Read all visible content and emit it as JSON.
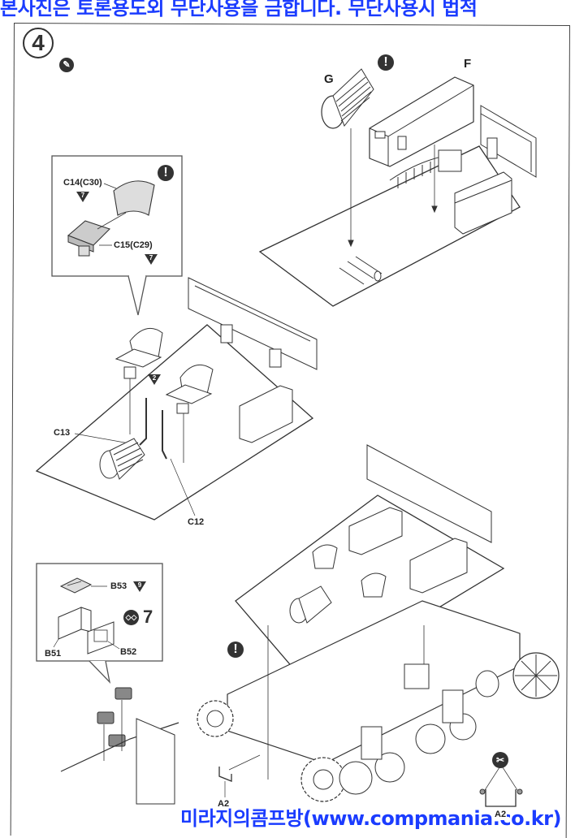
{
  "watermark": {
    "top_text": "본사진은 토론용도외 무단사용을 금합니다. 무단사용시 법적",
    "bottom_text": "미라지의콤프방(www.compmania.co.kr)",
    "color": "#1b3cff"
  },
  "step": {
    "number": "4",
    "glue_icon": "glue-tube-icon"
  },
  "sub_assembly_top_right": {
    "warning_icon": "!",
    "part_labels": [
      "G",
      "F"
    ]
  },
  "seat_detail_box": {
    "warning_icon": "!",
    "parts": [
      {
        "label": "C14(C30)",
        "step_ref": "7"
      },
      {
        "label": "C15(C29)",
        "step_ref": "7"
      }
    ]
  },
  "interior_assembly": {
    "levers_step_ref": "2",
    "part_labels": [
      "C13",
      "C12"
    ]
  },
  "box_detail": {
    "parts": [
      {
        "label": "B53",
        "step_ref": "9"
      },
      {
        "label": "B51"
      },
      {
        "label": "B52"
      }
    ],
    "make_count_icon": "make-two-icon",
    "make_count": "7"
  },
  "hull_assembly": {
    "warning_icon": "!",
    "part_label": "A2"
  },
  "cut_detail": {
    "icon": "cutter-icon",
    "part_label": "A2"
  }
}
